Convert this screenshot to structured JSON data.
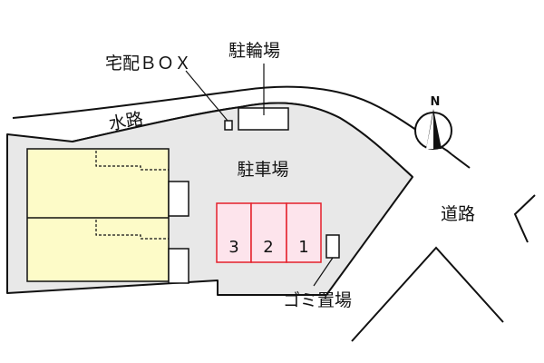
{
  "labels": {
    "delivery_box": "宅配ＢＯＸ",
    "bicycle_parking": "駐輪場",
    "waterway": "水路",
    "parking_lot": "駐車場",
    "road": "道路",
    "garbage_area": "ゴミ置場",
    "north": "N"
  },
  "parking_spaces": [
    "3",
    "2",
    "1"
  ],
  "colors": {
    "building_fill": "#fdfbc8",
    "parking_space_fill": "#fde4ec",
    "parking_space_stroke": "#e4202b",
    "line": "#111111"
  },
  "icons": [
    "north-arrow-icon"
  ]
}
